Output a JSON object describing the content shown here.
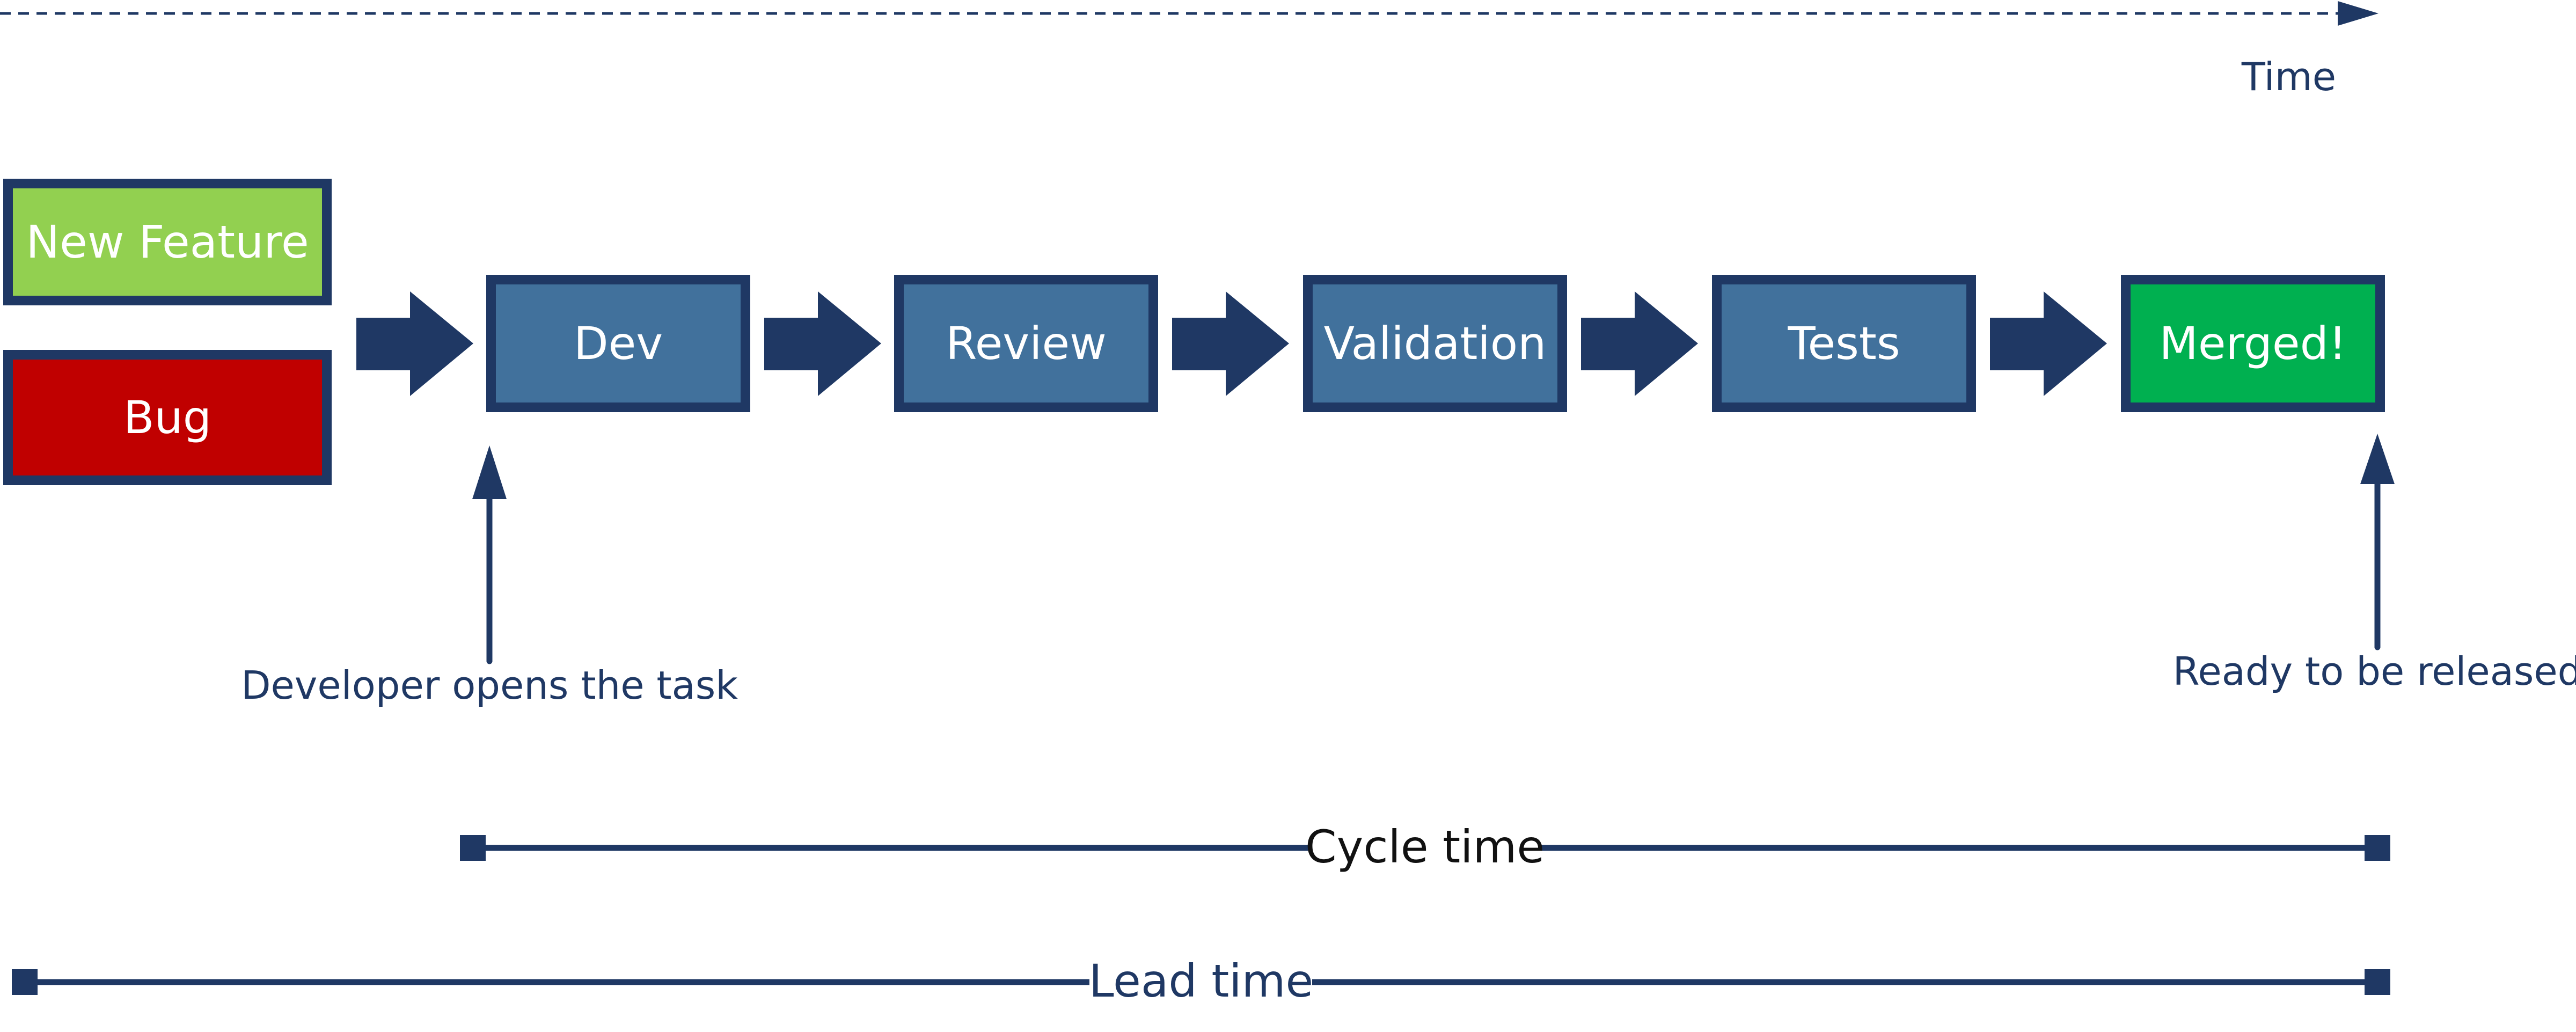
{
  "colors": {
    "navy": "#1f3864",
    "stage_fill": "#41719c",
    "new_feature_fill": "#92d050",
    "bug_fill": "#c00000",
    "merged_fill": "#00b050",
    "stage_text": "#ffffff"
  },
  "timeline": {
    "label": "Time",
    "style": "dashed-arrow"
  },
  "inputs": {
    "new_feature": "New Feature",
    "bug": "Bug"
  },
  "stages": [
    {
      "label": "Dev"
    },
    {
      "label": "Review"
    },
    {
      "label": "Validation"
    },
    {
      "label": "Tests"
    },
    {
      "label": "Merged!"
    }
  ],
  "markers": {
    "start": "Developer opens the task",
    "end": "Ready to be released"
  },
  "ranges": {
    "cycle_time": "Cycle time",
    "lead_time": "Lead time"
  },
  "icons": {
    "flow_arrow": "right-block-arrow-icon",
    "marker_arrow": "up-arrow-icon"
  }
}
